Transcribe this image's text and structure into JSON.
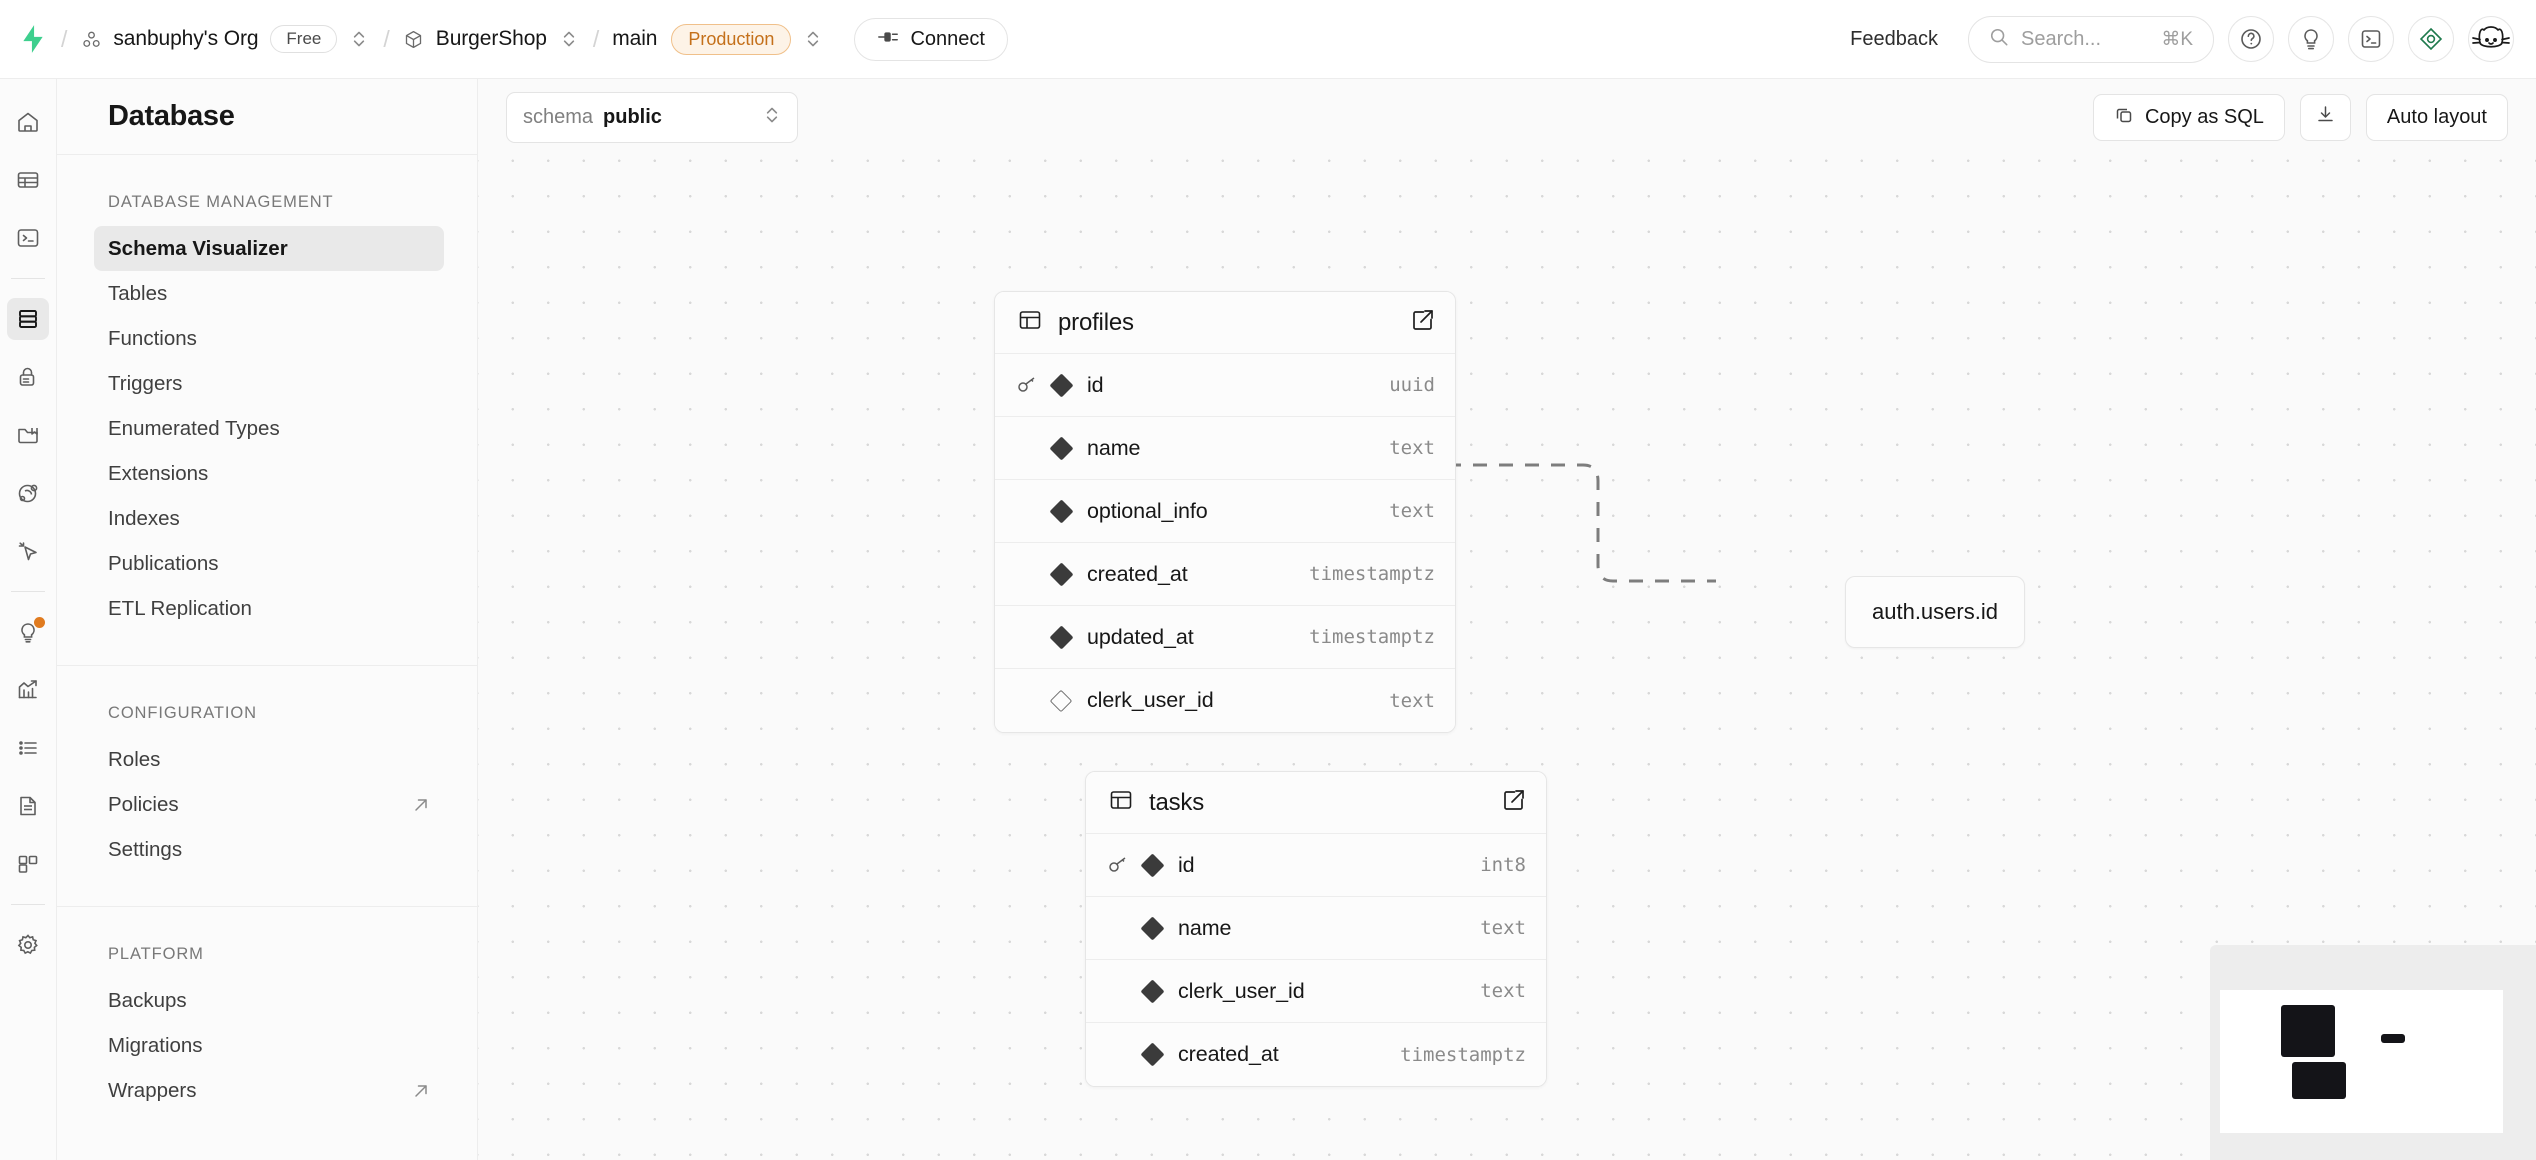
{
  "topbar": {
    "logo": "lightning-logo",
    "org": {
      "name": "sanbuphy's Org",
      "plan": "Free",
      "icon": "org-icon"
    },
    "project": {
      "name": "BurgerShop",
      "icon": "cube-icon"
    },
    "branch": {
      "name": "main",
      "badge": "Production"
    },
    "connect_label": "Connect",
    "feedback_label": "Feedback",
    "search": {
      "placeholder": "Search...",
      "shortcut": "⌘K"
    },
    "icons": [
      "help-circle-icon",
      "lightbulb-icon",
      "terminal-icon",
      "diamond-assistant-icon",
      "avatar-cat-icon"
    ]
  },
  "rail": {
    "items": [
      {
        "name": "home-icon",
        "active": false
      },
      {
        "name": "table-editor-icon",
        "active": false
      },
      {
        "name": "sql-editor-icon",
        "active": false
      },
      {
        "name": "database-icon",
        "active": true
      },
      {
        "name": "auth-lock-icon",
        "active": false
      },
      {
        "name": "storage-folder-icon",
        "active": false
      },
      {
        "name": "edge-functions-icon",
        "active": false
      },
      {
        "name": "realtime-cursor-icon",
        "active": false
      },
      {
        "name": "advisors-lightbulb-icon",
        "active": false
      },
      {
        "name": "reports-chart-icon",
        "active": false
      },
      {
        "name": "logs-list-icon",
        "active": false
      },
      {
        "name": "api-docs-icon",
        "active": false
      },
      {
        "name": "integrations-icon",
        "active": false
      },
      {
        "name": "settings-gear-icon",
        "active": false
      }
    ]
  },
  "sidebar": {
    "title": "Database",
    "groups": [
      {
        "label": "DATABASE MANAGEMENT",
        "items": [
          {
            "label": "Schema Visualizer",
            "active": true,
            "external": false
          },
          {
            "label": "Tables",
            "active": false,
            "external": false
          },
          {
            "label": "Functions",
            "active": false,
            "external": false
          },
          {
            "label": "Triggers",
            "active": false,
            "external": false
          },
          {
            "label": "Enumerated Types",
            "active": false,
            "external": false
          },
          {
            "label": "Extensions",
            "active": false,
            "external": false
          },
          {
            "label": "Indexes",
            "active": false,
            "external": false
          },
          {
            "label": "Publications",
            "active": false,
            "external": false
          },
          {
            "label": "ETL Replication",
            "active": false,
            "external": false
          }
        ]
      },
      {
        "label": "CONFIGURATION",
        "items": [
          {
            "label": "Roles",
            "active": false,
            "external": false
          },
          {
            "label": "Policies",
            "active": false,
            "external": true
          },
          {
            "label": "Settings",
            "active": false,
            "external": false
          }
        ]
      },
      {
        "label": "PLATFORM",
        "items": [
          {
            "label": "Backups",
            "active": false,
            "external": false
          },
          {
            "label": "Migrations",
            "active": false,
            "external": false
          },
          {
            "label": "Wrappers",
            "active": false,
            "external": true
          }
        ]
      }
    ]
  },
  "toolbar": {
    "schema_keyword": "schema",
    "schema_value": "public",
    "copy_sql_label": "Copy as SQL",
    "download_label": "download-icon",
    "auto_layout_label": "Auto layout"
  },
  "diagram": {
    "tables": [
      {
        "name": "profiles",
        "columns": [
          {
            "name": "id",
            "type": "uuid",
            "primary_key": true,
            "not_null": true
          },
          {
            "name": "name",
            "type": "text",
            "primary_key": false,
            "not_null": true
          },
          {
            "name": "optional_info",
            "type": "text",
            "primary_key": false,
            "not_null": true
          },
          {
            "name": "created_at",
            "type": "timestamptz",
            "primary_key": false,
            "not_null": true
          },
          {
            "name": "updated_at",
            "type": "timestamptz",
            "primary_key": false,
            "not_null": true
          },
          {
            "name": "clerk_user_id",
            "type": "text",
            "primary_key": false,
            "not_null": false
          }
        ]
      },
      {
        "name": "tasks",
        "columns": [
          {
            "name": "id",
            "type": "int8",
            "primary_key": true,
            "not_null": true
          },
          {
            "name": "name",
            "type": "text",
            "primary_key": false,
            "not_null": true
          },
          {
            "name": "clerk_user_id",
            "type": "text",
            "primary_key": false,
            "not_null": true
          },
          {
            "name": "created_at",
            "type": "timestamptz",
            "primary_key": false,
            "not_null": true
          }
        ]
      }
    ],
    "foreign_ref": "auth.users.id"
  },
  "minimap": {
    "name": "minimap"
  }
}
